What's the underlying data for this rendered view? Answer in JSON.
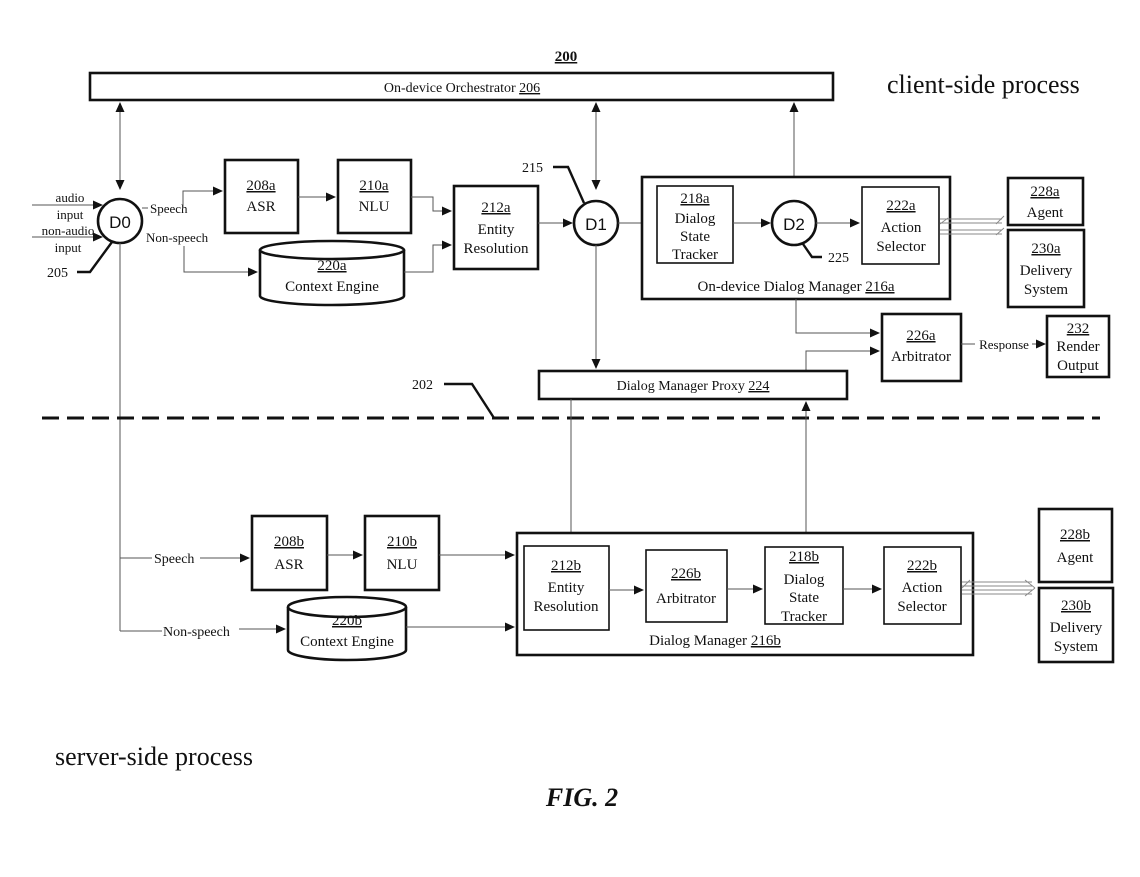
{
  "figure": {
    "ref_number": "200",
    "caption": "FIG. 2",
    "client_side_label": "client-side process",
    "server_side_label": "server-side process",
    "boundary_ref": "202"
  },
  "orchestrator": {
    "label": "On-device Orchestrator",
    "ref": "206"
  },
  "inputs": {
    "audio": [
      "audio",
      "input"
    ],
    "non_audio": [
      "non-audio",
      "input"
    ]
  },
  "decision_points": {
    "d0": {
      "label": "D0",
      "ref": "205"
    },
    "d1": {
      "label": "D1",
      "ref": "215"
    },
    "d2": {
      "label": "D2",
      "ref": "225"
    }
  },
  "edge_labels": {
    "speech": "Speech",
    "non_speech": "Non-speech",
    "response": "Response"
  },
  "client": {
    "asr": {
      "ref": "208a",
      "lines": [
        "ASR"
      ]
    },
    "nlu": {
      "ref": "210a",
      "lines": [
        "NLU"
      ]
    },
    "context_engine": {
      "ref": "220a",
      "lines": [
        "Context Engine"
      ]
    },
    "entity_resolution": {
      "ref": "212a",
      "lines": [
        "Entity",
        "Resolution"
      ]
    },
    "dialog_manager": {
      "label": "On-device Dialog Manager",
      "ref": "216a"
    },
    "dialog_state_tracker": {
      "ref": "218a",
      "lines": [
        "Dialog",
        "State",
        "Tracker"
      ]
    },
    "action_selector": {
      "ref": "222a",
      "lines": [
        "Action",
        "Selector"
      ]
    },
    "agent": {
      "ref": "228a",
      "lines": [
        "Agent"
      ]
    },
    "delivery_system": {
      "ref": "230a",
      "lines": [
        "Delivery",
        "System"
      ]
    },
    "arbitrator": {
      "ref": "226a",
      "lines": [
        "Arbitrator"
      ]
    },
    "render_output": {
      "ref": "232",
      "lines": [
        "Render",
        "Output"
      ]
    },
    "dialog_manager_proxy": {
      "label": "Dialog Manager Proxy",
      "ref": "224"
    }
  },
  "server": {
    "asr": {
      "ref": "208b",
      "lines": [
        "ASR"
      ]
    },
    "nlu": {
      "ref": "210b",
      "lines": [
        "NLU"
      ]
    },
    "context_engine": {
      "ref": "220b",
      "lines": [
        "Context Engine"
      ]
    },
    "dialog_manager": {
      "label": "Dialog Manager",
      "ref": "216b"
    },
    "entity_resolution": {
      "ref": "212b",
      "lines": [
        "Entity",
        "Resolution"
      ]
    },
    "arbitrator": {
      "ref": "226b",
      "lines": [
        "Arbitrator"
      ]
    },
    "dialog_state_tracker": {
      "ref": "218b",
      "lines": [
        "Dialog",
        "State",
        "Tracker"
      ]
    },
    "action_selector": {
      "ref": "222b",
      "lines": [
        "Action",
        "Selector"
      ]
    },
    "agent": {
      "ref": "228b",
      "lines": [
        "Agent"
      ]
    },
    "delivery_system": {
      "ref": "230b",
      "lines": [
        "Delivery",
        "System"
      ]
    }
  }
}
